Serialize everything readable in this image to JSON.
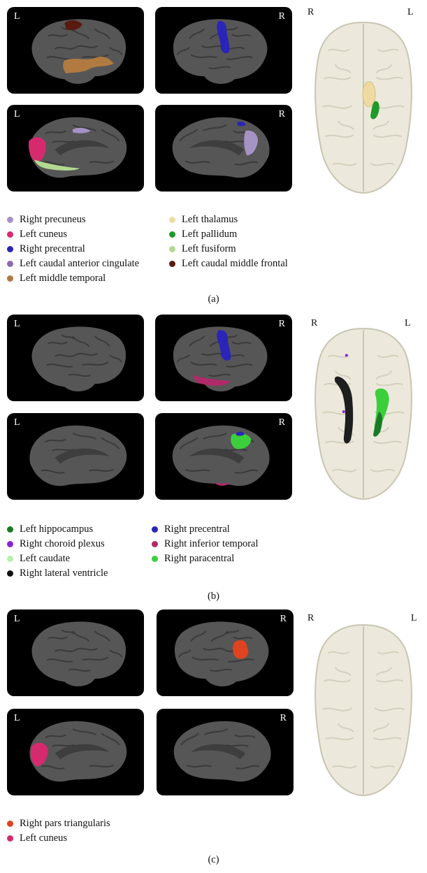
{
  "panel_a": {
    "labels": {
      "tl": "L",
      "tr": "R",
      "bl": "L",
      "br": "R",
      "top_r": "R",
      "top_l": "L"
    },
    "legend_left": [
      {
        "text": "Right precuneus",
        "color": "#a593c6"
      },
      {
        "text": "Left cuneus",
        "color": "#d62a6f"
      },
      {
        "text": "Right precentral",
        "color": "#2a24b8"
      },
      {
        "text": "Left caudal anterior cingulate",
        "color": "#8a6cb0"
      },
      {
        "text": "Left middle temporal",
        "color": "#b07a40"
      }
    ],
    "legend_right": [
      {
        "text": "Left thalamus",
        "color": "#efdba2"
      },
      {
        "text": "Left pallidum",
        "color": "#1f9a2a"
      },
      {
        "text": "Left fusiform",
        "color": "#b2d990"
      },
      {
        "text": "Left caudal middle frontal",
        "color": "#5a1a10"
      }
    ],
    "caption": "(a)"
  },
  "panel_b": {
    "labels": {
      "tl": "L",
      "tr": "R",
      "bl": "L",
      "br": "R",
      "top_r": "R",
      "top_l": "L"
    },
    "legend_left": [
      {
        "text": "Left hippocampus",
        "color": "#1a7a24"
      },
      {
        "text": "Right choroid plexus",
        "color": "#8a22d6"
      },
      {
        "text": "Left caudate",
        "color": "#b8efb2"
      },
      {
        "text": "Right lateral ventricle",
        "color": "#111111"
      }
    ],
    "legend_right": [
      {
        "text": "Right precentral",
        "color": "#2a24b8"
      },
      {
        "text": "Right inferior temporal",
        "color": "#b02a6a"
      },
      {
        "text": "Right paracentral",
        "color": "#3ccf3c"
      }
    ],
    "caption": "(b)"
  },
  "panel_c": {
    "labels": {
      "tl": "L",
      "tr": "R",
      "bl": "L",
      "br": "R",
      "top_r": "R",
      "top_l": "L"
    },
    "legend_left": [
      {
        "text": "Right pars triangularis",
        "color": "#e0431f"
      },
      {
        "text": "Left cuneus",
        "color": "#d62a6f"
      }
    ],
    "legend_right": [],
    "caption": "(c)"
  }
}
